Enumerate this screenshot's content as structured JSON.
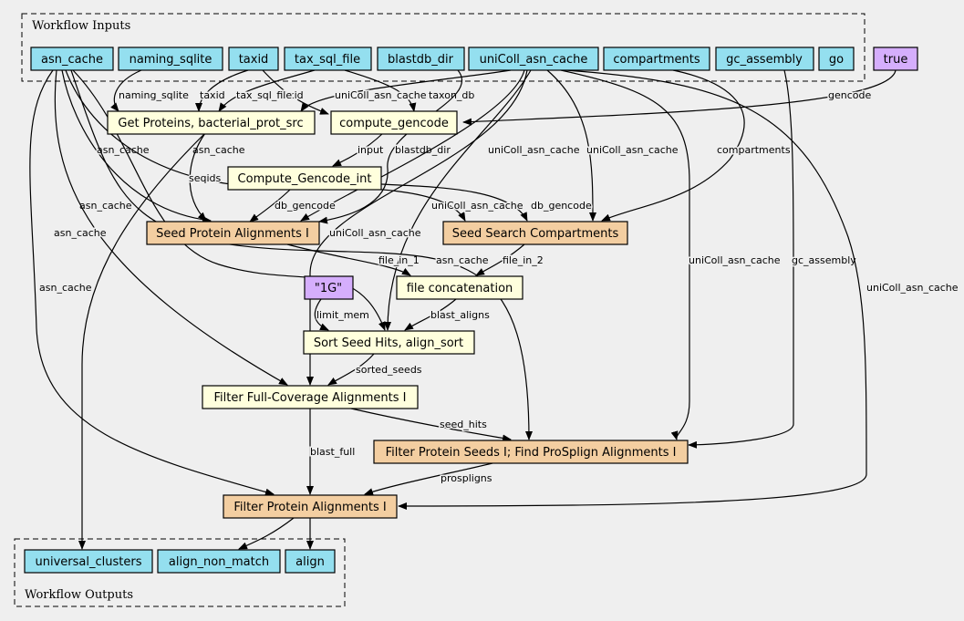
{
  "colors": {
    "background": "#efefef",
    "io": "#94dfef",
    "step": "#ffffdd",
    "subworkflow": "#f3cea1",
    "constant": "#d5aefc"
  },
  "clusters": {
    "inputs": "Workflow Inputs",
    "outputs": "Workflow Outputs"
  },
  "nodes": {
    "asn_cache": "asn_cache",
    "naming_sqlite": "naming_sqlite",
    "taxid": "taxid",
    "tax_sql_file": "tax_sql_file",
    "blastdb_dir": "blastdb_dir",
    "uniColl_asn_cache": "uniColl_asn_cache",
    "compartments": "compartments",
    "gc_assembly": "gc_assembly",
    "go": "go",
    "true_const": "true",
    "get_proteins": "Get Proteins, bacterial_prot_src",
    "compute_gencode": "compute_gencode",
    "compute_gencode_int": "Compute_Gencode_int",
    "seed_protein": "Seed Protein Alignments I",
    "seed_search": "Seed Search Compartments",
    "const_1g": "\"1G\"",
    "file_concat": "file concatenation",
    "sort_seed": "Sort Seed Hits, align_sort",
    "filter_full": "Filter Full-Coverage Alignments I",
    "filter_seeds": "Filter Protein Seeds I; Find ProSplign Alignments I",
    "filter_protein": "Filter Protein Alignments I",
    "universal_clusters": "universal_clusters",
    "align_non_match": "align_non_match",
    "align": "align"
  },
  "edge_labels": {
    "gencode": "gencode",
    "naming_sqlite": "naming_sqlite",
    "taxid_a": "taxid",
    "tax_sql_file": "tax_sql_file",
    "taxid_b": "taxid",
    "uniColl_a": "uniColl_asn_cache",
    "taxon_db": "taxon_db",
    "asn_cache_a": "asn_cache",
    "asn_cache_b": "asn_cache",
    "input": "input",
    "blastdb_dir": "blastdb_dir",
    "uniColl_b": "uniColl_asn_cache",
    "uniColl_c": "uniColl_asn_cache",
    "compartments": "compartments",
    "seqids": "seqids",
    "asn_cache_c": "asn_cache",
    "db_gencode_a": "db_gencode",
    "uniColl_d": "uniColl_asn_cache",
    "db_gencode_b": "db_gencode",
    "asn_cache_d": "asn_cache",
    "uniColl_e": "uniColl_asn_cache",
    "file_in_1": "file_in_1",
    "asn_cache_e": "asn_cache",
    "file_in_2": "file_in_2",
    "uniColl_f": "uniColl_asn_cache",
    "gc_assembly": "gc_assembly",
    "uniColl_g": "uniColl_asn_cache",
    "asn_cache_f": "asn_cache",
    "limit_mem": "limit_mem",
    "blast_aligns": "blast_aligns",
    "sorted_seeds": "sorted_seeds",
    "seed_hits": "seed_hits",
    "blast_full": "blast_full",
    "prospligns": "prospligns"
  }
}
